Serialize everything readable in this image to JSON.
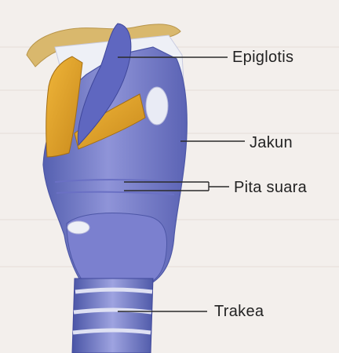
{
  "diagram": {
    "labels": {
      "epiglotis": "Epiglotis",
      "jakun": "Jakun",
      "pita_suara": "Pita suara",
      "trakea": "Trakea"
    }
  },
  "colors": {
    "background": "#f3efec",
    "larynx_blue": "#7d82cf",
    "larynx_shadow": "#4f58a8",
    "cartilage_orange": "#e0a22a",
    "bone_beige": "#d8b66a",
    "leader_line": "#2a2a2a"
  }
}
